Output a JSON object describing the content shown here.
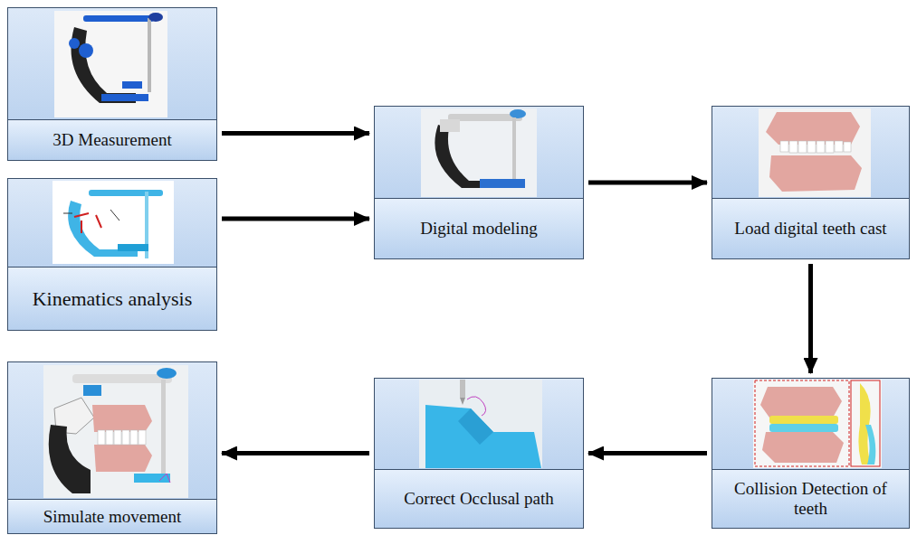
{
  "diagram": {
    "nodes": [
      {
        "text": [
          "3D Measurement"
        ]
      },
      {
        "text": [
          "Kinematics analysis"
        ]
      },
      {
        "text": [
          "Digital modeling"
        ]
      },
      {
        "text": [
          "Load digital teeth cast"
        ]
      },
      {
        "text": [
          "Collision Detection of teeth"
        ]
      },
      {
        "text": [
          "Correct Occlusal path"
        ]
      },
      {
        "text": [
          "Simulate movement"
        ]
      }
    ],
    "edges": [
      {
        "from": 0,
        "to": 2,
        "arrow": "to"
      },
      {
        "from": 1,
        "to": 2,
        "arrow": "to"
      },
      {
        "from": 2,
        "to": 3,
        "arrow": "to"
      },
      {
        "from": 3,
        "to": 4,
        "arrow": "to"
      },
      {
        "from": 4,
        "to": 5,
        "arrow": "to"
      },
      {
        "from": 5,
        "to": 6,
        "arrow": "to"
      }
    ]
  }
}
